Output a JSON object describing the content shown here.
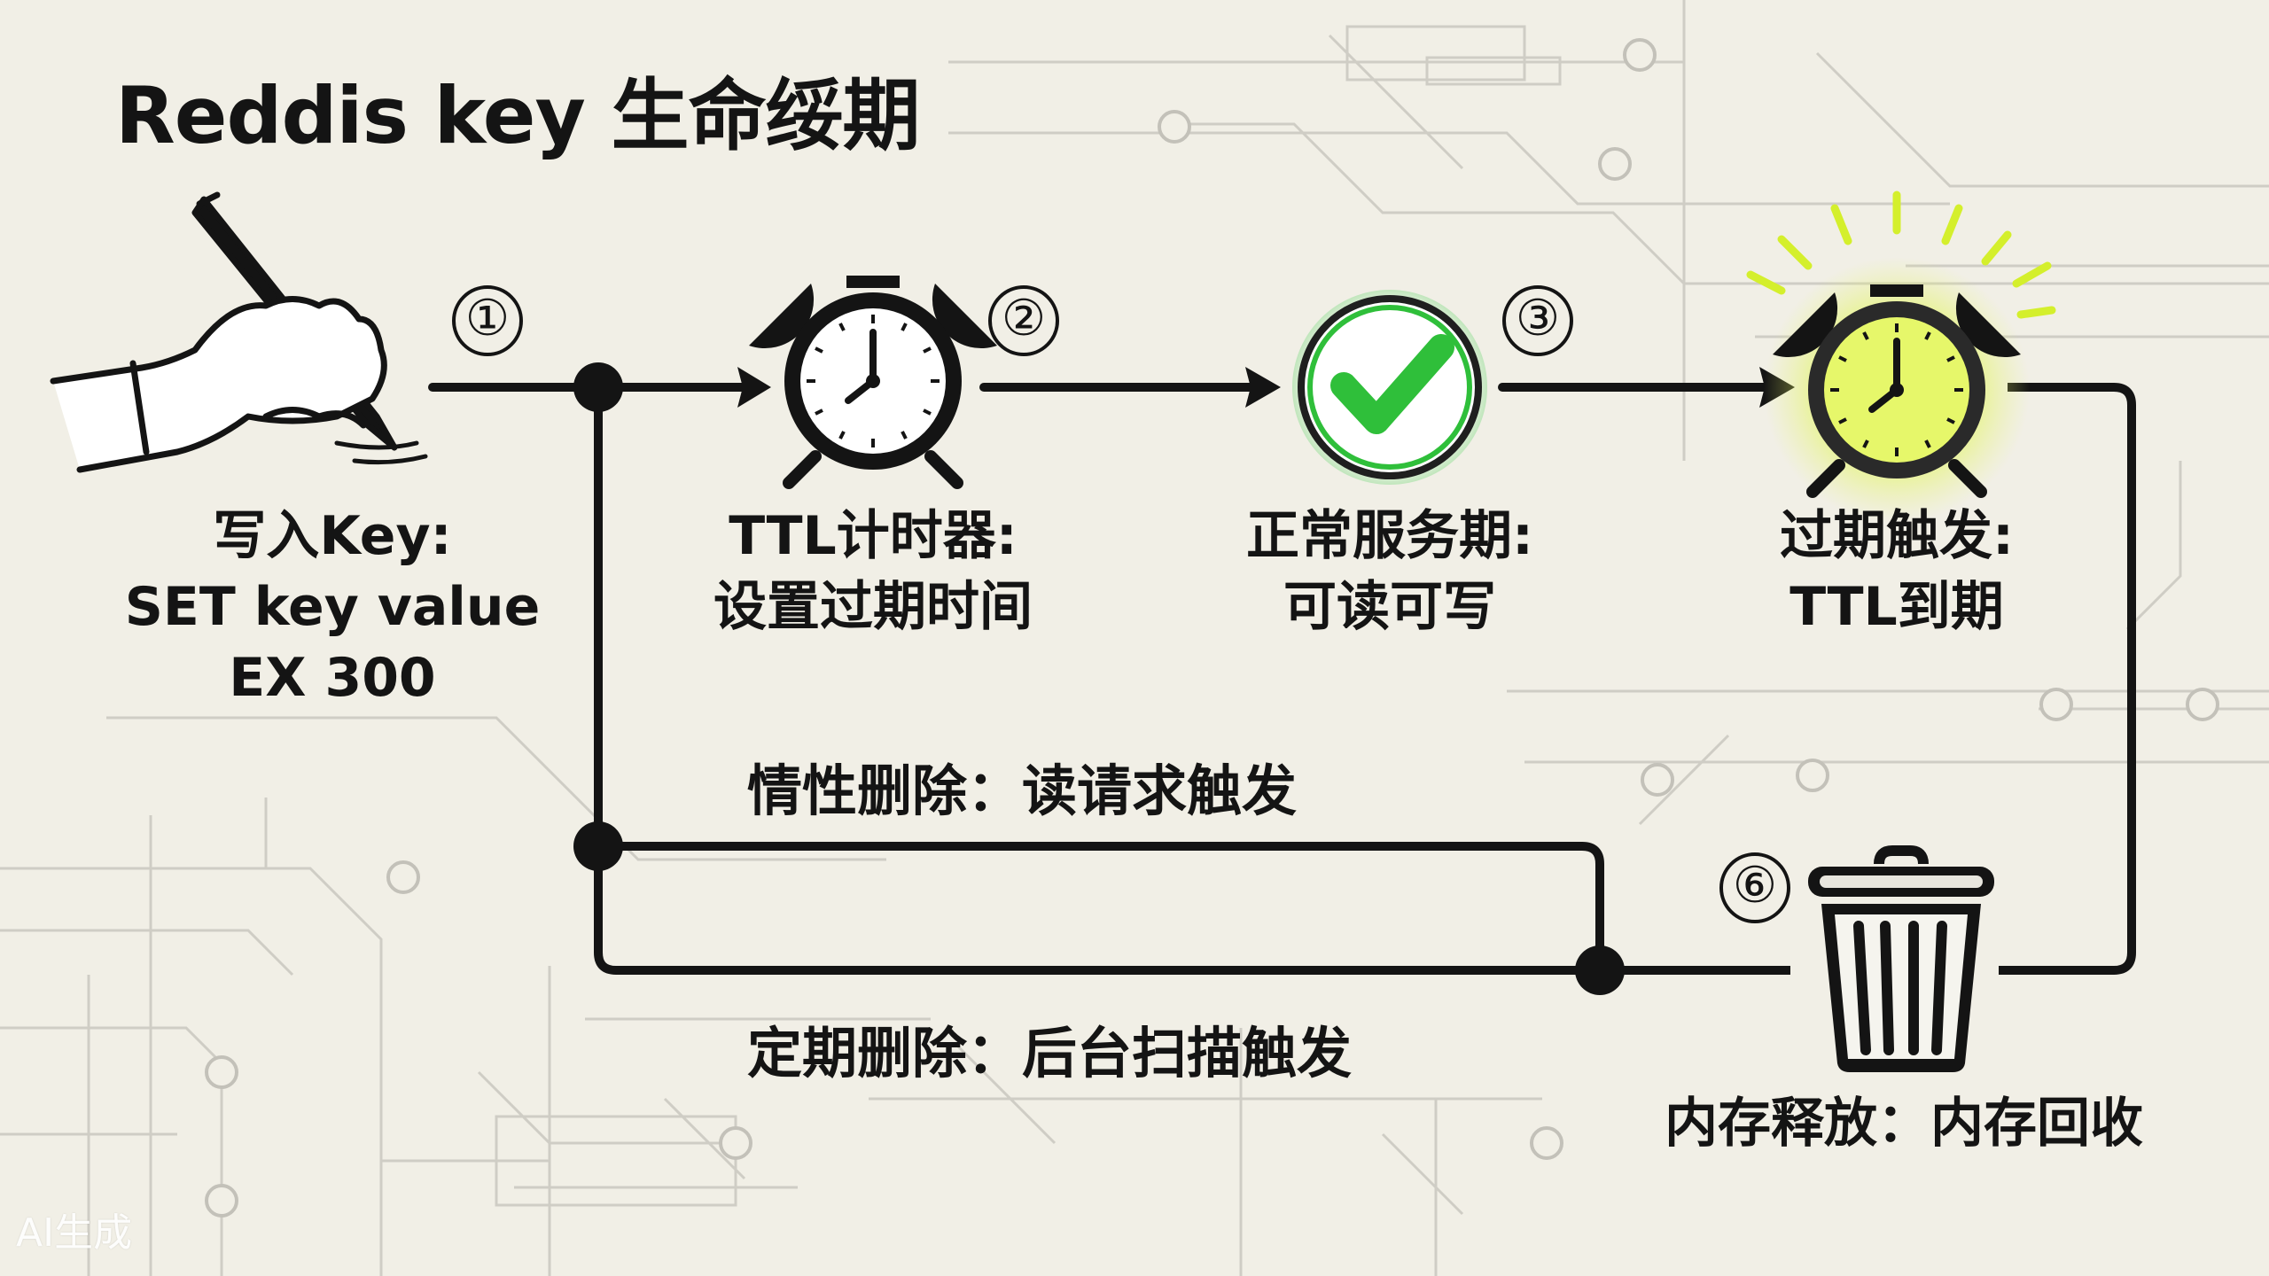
{
  "title": "Reddis key 生命绥期",
  "watermark": "AI生成",
  "colors": {
    "background": "#f1efe6",
    "ink": "#141414",
    "circuit": "#c9c7bf",
    "success_green": "#2fbf3a",
    "alert_yellow": "#d8f03a"
  },
  "steps": [
    {
      "number": "①",
      "icon": "hand-writing-pen-icon",
      "lines": [
        "写入Key:",
        "SET key value",
        "EX 300"
      ]
    },
    {
      "number": "②",
      "icon": "alarm-clock-icon",
      "lines": [
        "TTL计时器:",
        "设置过期时间"
      ]
    },
    {
      "number": "③",
      "icon": "green-check-icon",
      "lines": [
        "正常服务期:",
        "可读可写"
      ]
    },
    {
      "number": "",
      "icon": "ringing-alarm-clock-icon",
      "lines": [
        "过期触发:",
        "TTL到期"
      ]
    },
    {
      "number": "⑥",
      "icon": "trash-can-icon",
      "lines": [
        "内存释放：内存回收"
      ]
    }
  ],
  "paths": {
    "lazy_delete": "情性删除：读请求触发",
    "periodic_delete": "定期删除：后台扫描触发"
  }
}
